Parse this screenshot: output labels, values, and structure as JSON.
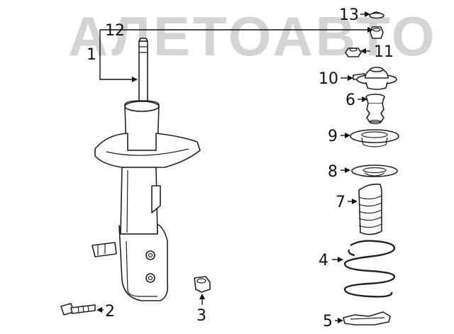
{
  "watermark": {
    "text": "АЛЕТОАВТО"
  },
  "callouts": {
    "c1": "1",
    "c2": "2",
    "c3": "3",
    "c4": "4",
    "c5": "5",
    "c6": "6",
    "c7": "7",
    "c8": "8",
    "c9": "9",
    "c10": "10",
    "c11": "11",
    "c12": "12",
    "c13": "13"
  },
  "colors": {
    "line": "#222222",
    "watermark": "#d4d4d4",
    "background": "#ffffff"
  }
}
